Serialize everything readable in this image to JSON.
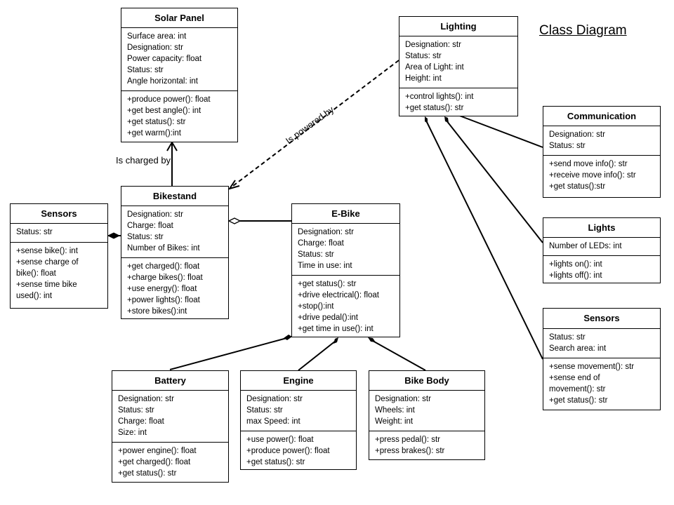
{
  "title": "Class Diagram",
  "classes": {
    "solar_panel": {
      "name": "Solar Panel",
      "attributes": [
        "Surface area: int",
        "Designation: str",
        "Power capacity: float",
        "Status: str",
        "Angle horizontal: int"
      ],
      "methods": [
        "+produce power(): float",
        "+get best angle(): int",
        "+get status(): str",
        "+get warm():int"
      ]
    },
    "lighting": {
      "name": "Lighting",
      "attributes": [
        "Designation: str",
        "Status: str",
        "Area of Light: int",
        "Height: int"
      ],
      "methods": [
        "+control lights(): int",
        "+get status(): str"
      ]
    },
    "communication": {
      "name": "Communication",
      "attributes": [
        "Designation: str",
        "Status: str"
      ],
      "methods": [
        "+send move  info(): str",
        "+receive move info(): str",
        "+get status():str"
      ]
    },
    "lights": {
      "name": "Lights",
      "attributes": [
        "Number  of LEDs:  int"
      ],
      "methods": [
        "+lights on(): int",
        "+lights off(): int"
      ]
    },
    "sensors_right": {
      "name": "Sensors",
      "attributes": [
        "Status: str",
        "Search area: int"
      ],
      "methods": [
        "+sense movement():  str",
        "+sense end of",
        "movement():  str",
        "+get  status(): str"
      ]
    },
    "sensors_left": {
      "name": "Sensors",
      "attributes": [
        "Status: str"
      ],
      "methods": [
        "+sense bike(): int",
        "+sense charge of",
        "bike(): float",
        "+sense time bike",
        "used(): int"
      ]
    },
    "bikestand": {
      "name": "Bikestand",
      "attributes": [
        "Designation: str",
        "Charge: float",
        "Status: str",
        "Number  of Bikes: int"
      ],
      "methods": [
        "+get charged(): float",
        "+charge bikes(): float",
        "+use energy():  float",
        "+power  lights(): float",
        "+store bikes():int"
      ]
    },
    "ebike": {
      "name": "E-Bike",
      "attributes": [
        "Designation: str",
        "Charge:  float",
        "Status: str",
        "Time in use: int"
      ],
      "methods": [
        "+get status(): str",
        "+drive electrical(): float",
        "+stop():int",
        "+drive pedal():int",
        "+get time in use(): int"
      ]
    },
    "battery": {
      "name": "Battery",
      "attributes": [
        "Designation: str",
        "Status: str",
        "Charge:  float",
        "Size:  int"
      ],
      "methods": [
        "+power engine():  float",
        "+get charged(): float",
        "+get status(): str"
      ]
    },
    "engine": {
      "name": "Engine",
      "attributes": [
        "Designation: str",
        "Status: str",
        "max Speed:  int"
      ],
      "methods": [
        "+use power():  float",
        "+produce power(): float",
        "+get status(): str"
      ]
    },
    "bike_body": {
      "name": "Bike Body",
      "attributes": [
        "Designation: str",
        "Wheels:  int",
        "Weight:  int"
      ],
      "methods": [
        "+press pedal(): str",
        "+press brakes(): str"
      ]
    }
  },
  "relations": {
    "charged_by": "Is charged by",
    "powered_by": "Is powered by"
  }
}
